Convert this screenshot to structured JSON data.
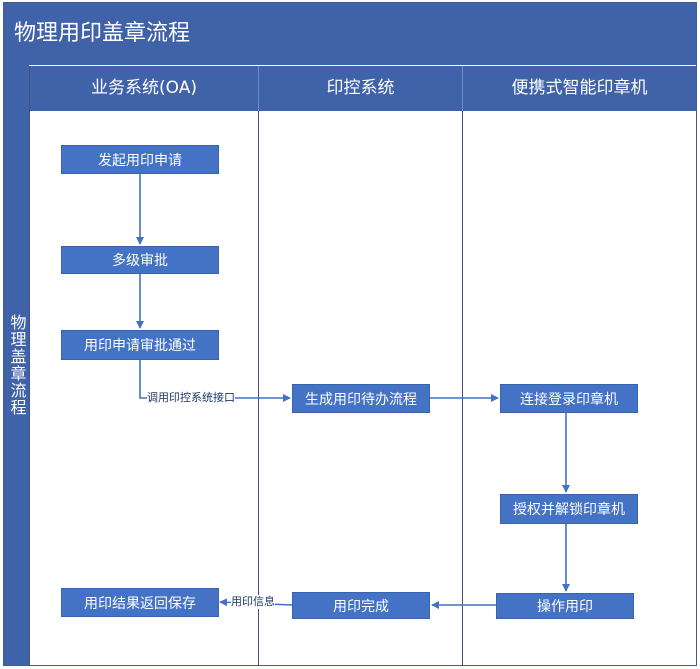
{
  "title": "物理用印盖章流程",
  "side_label": "物理盖章流程",
  "lanes": [
    "业务系统(OA)",
    "印控系统",
    "便携式智能印章机"
  ],
  "nodes": {
    "apply": "发起用印申请",
    "multi_approve": "多级审批",
    "approved": "用印申请审批通过",
    "gen_todo": "生成用印待办流程",
    "connect_login": "连接登录印章机",
    "auth_unlock": "授权并解锁印章机",
    "operate": "操作用印",
    "done": "用印完成",
    "return_save": "用印结果返回保存"
  },
  "edge_labels": {
    "call_api": "调用印控系统接口",
    "seal_info": "用印信息"
  },
  "colors": {
    "header": "#3f62a9",
    "box": "#4472c4",
    "arrow": "#4472c4"
  }
}
